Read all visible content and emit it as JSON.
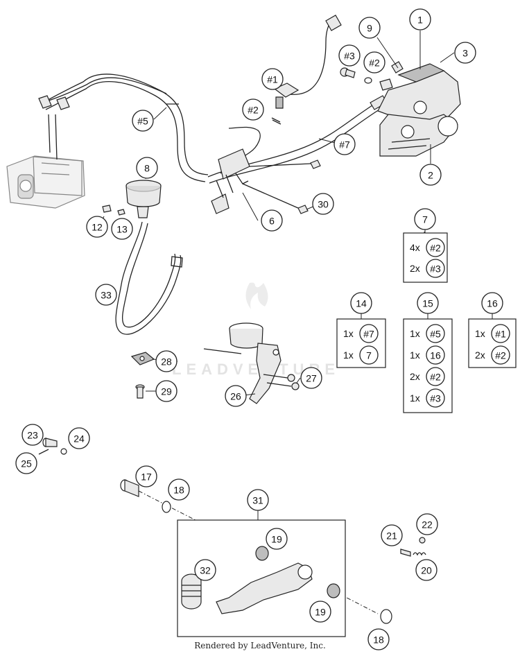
{
  "footer_text": "Rendered by LeadVenture, Inc.",
  "watermark_text": "LEADVENTURE",
  "part_callouts": [
    "1",
    "2",
    "3",
    "6",
    "8",
    "9",
    "12",
    "13",
    "17",
    "18",
    "18",
    "19",
    "19",
    "20",
    "21",
    "22",
    "23",
    "24",
    "25",
    "26",
    "27",
    "28",
    "29",
    "30",
    "31",
    "32",
    "33"
  ],
  "sub_part_callouts": [
    "#1",
    "#2",
    "#2",
    "#3",
    "#5",
    "#7"
  ],
  "kits": [
    {
      "label": "7",
      "items": [
        {
          "qty": "4x",
          "ref": "#2"
        },
        {
          "qty": "2x",
          "ref": "#3"
        }
      ]
    },
    {
      "label": "14",
      "items": [
        {
          "qty": "1x",
          "ref": "#7"
        },
        {
          "qty": "1x",
          "ref": "7"
        }
      ]
    },
    {
      "label": "15",
      "items": [
        {
          "qty": "1x",
          "ref": "#5"
        },
        {
          "qty": "1x",
          "ref": "16"
        },
        {
          "qty": "2x",
          "ref": "#2"
        },
        {
          "qty": "1x",
          "ref": "#3"
        }
      ]
    },
    {
      "label": "16",
      "items": [
        {
          "qty": "1x",
          "ref": "#1"
        },
        {
          "qty": "2x",
          "ref": "#2"
        }
      ]
    }
  ]
}
